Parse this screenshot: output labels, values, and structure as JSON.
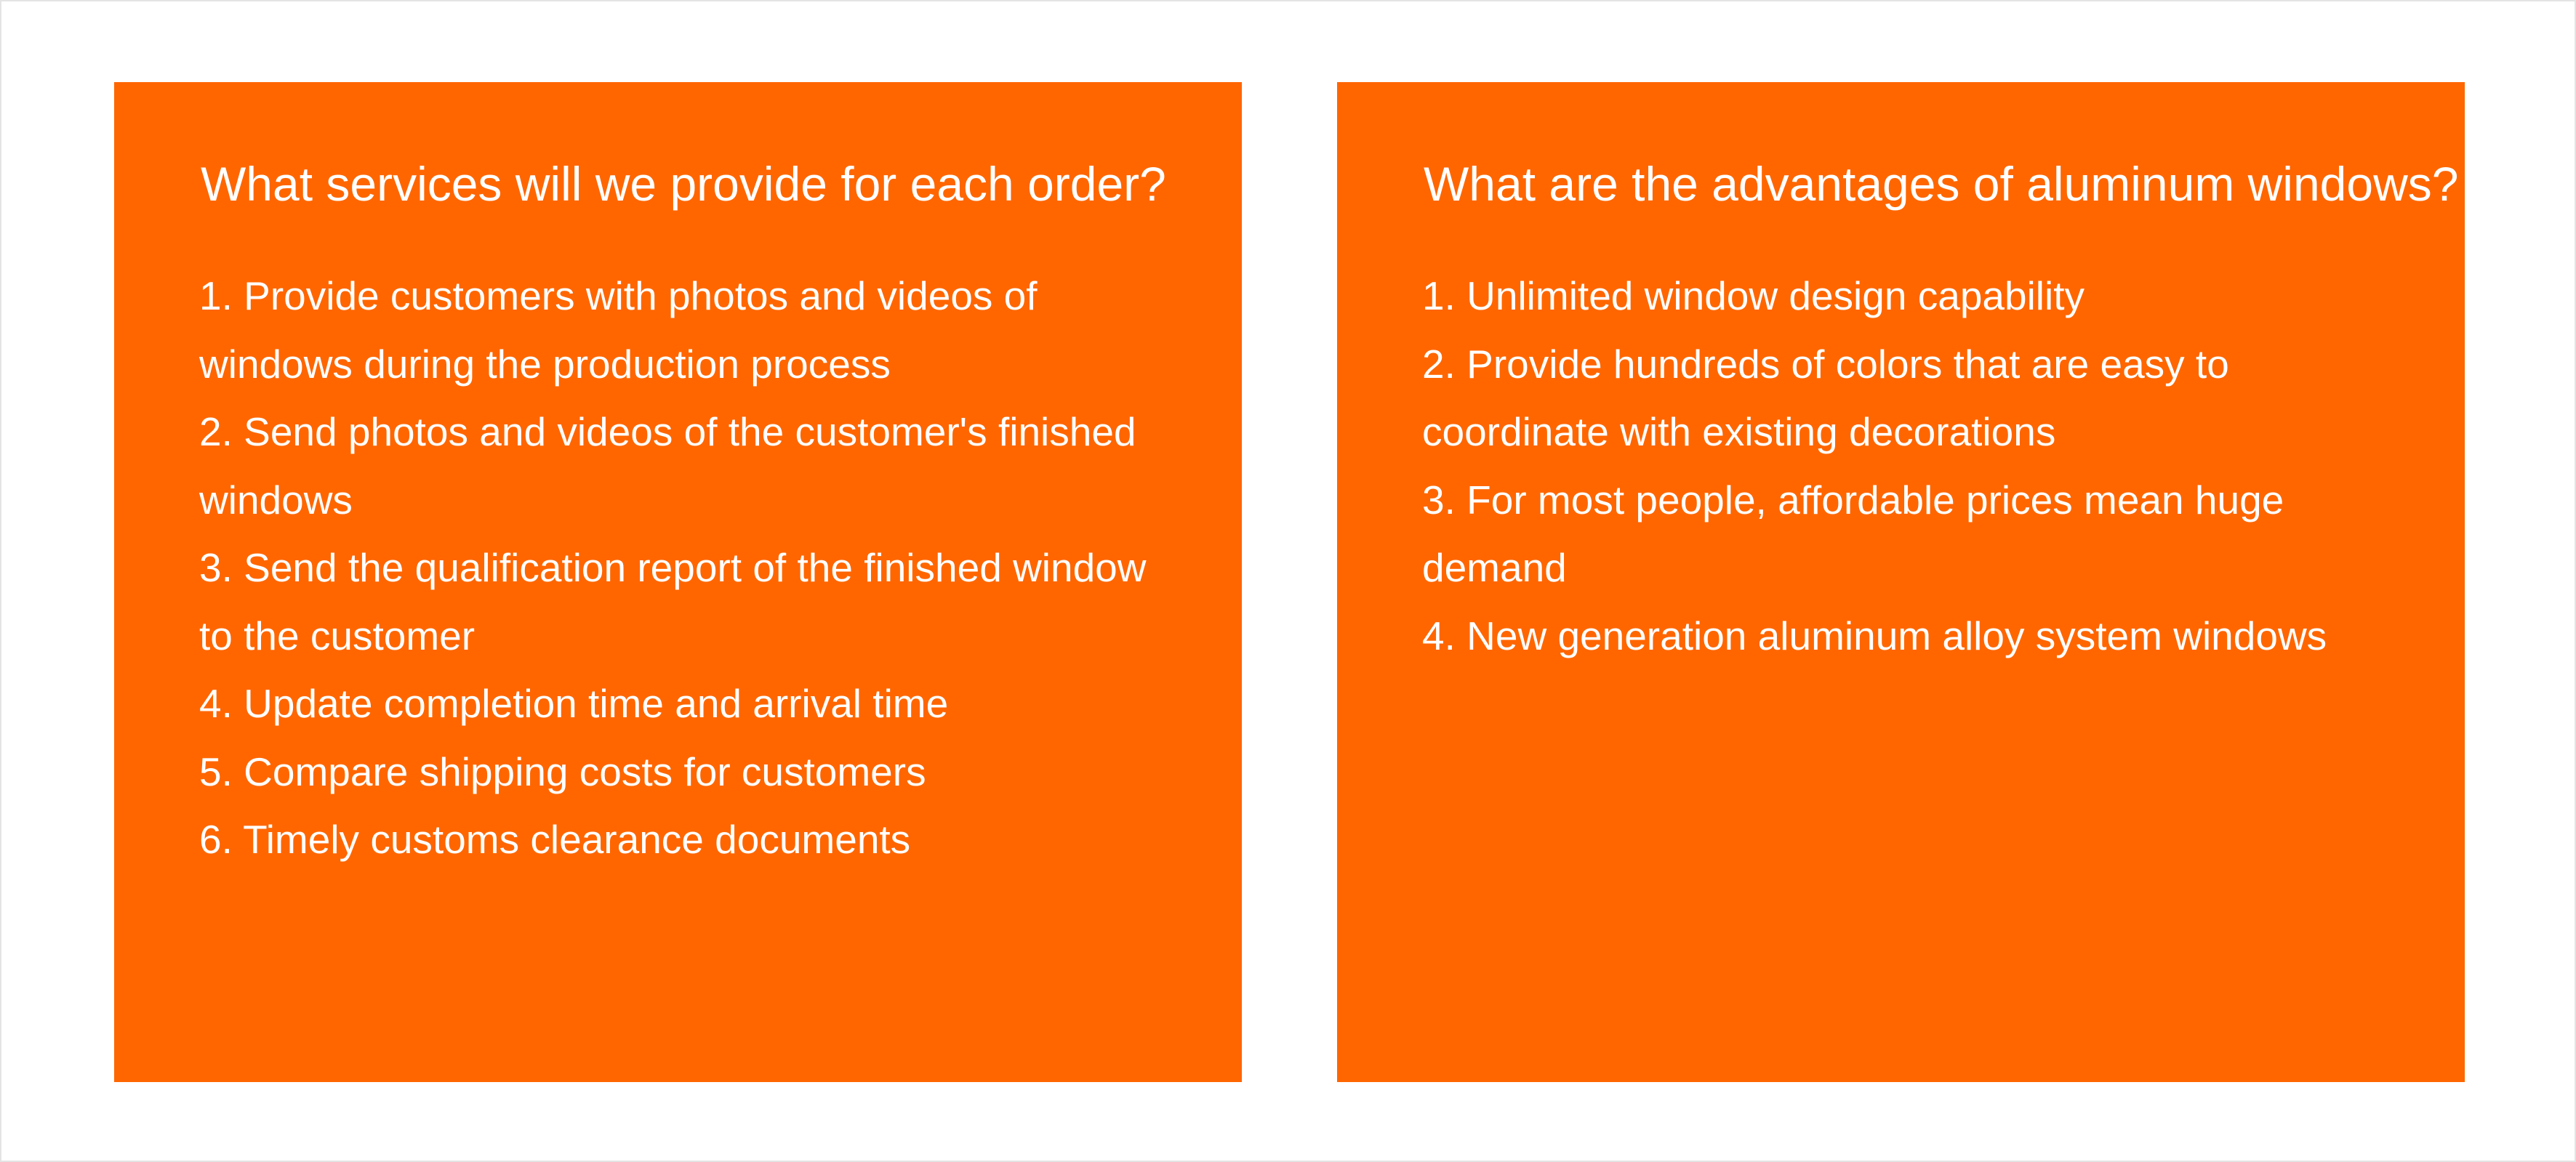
{
  "colors": {
    "card_background": "#ff6600",
    "text": "#ffffff",
    "page_background": "#ffffff",
    "frame_border": "#e4e4e4"
  },
  "cards": [
    {
      "title": "What services will we provide for each order?",
      "items": [
        "1. Provide customers with photos and videos of windows during the production process",
        "2. Send photos and videos of the customer's finished windows",
        "3. Send the qualification report of the finished window to the customer",
        "4. Update completion time and arrival time",
        "5. Compare shipping costs for customers",
        "6. Timely customs clearance documents"
      ]
    },
    {
      "title": "What are the advantages of aluminum windows?",
      "items": [
        "1. Unlimited window design capability",
        "2. Provide hundreds of colors that are easy to coordinate with existing decorations",
        "3. For most people, affordable prices mean huge demand",
        "4. New generation aluminum alloy system windows"
      ]
    }
  ]
}
